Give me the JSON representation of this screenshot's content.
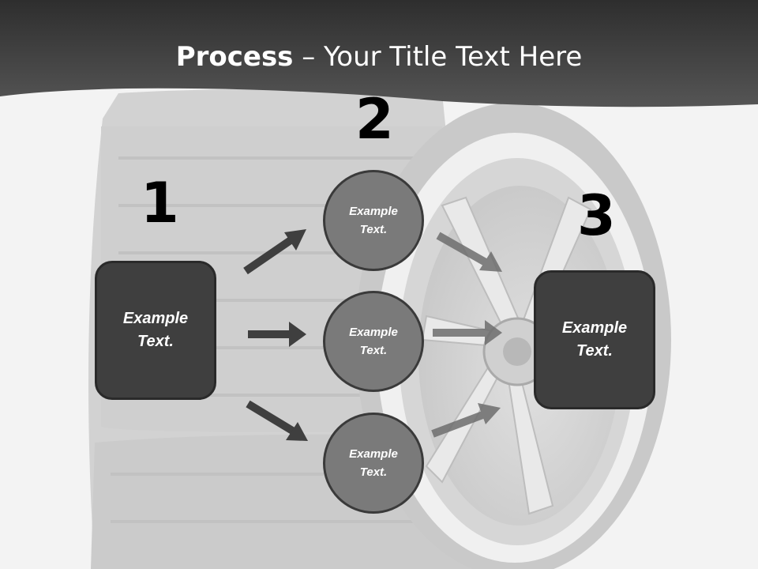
{
  "title": {
    "bold": "Process",
    "rest": " – Your Title Text Here"
  },
  "steps": [
    {
      "number": "1",
      "line1": "Example",
      "line2": "Text."
    },
    {
      "number": "2",
      "line1": "Example",
      "line2": "Text."
    },
    {
      "number": "3",
      "line1": "Example",
      "line2": "Text."
    }
  ],
  "circles": [
    {
      "line1": "Example",
      "line2": "Text."
    },
    {
      "line1": "Example",
      "line2": "Text."
    },
    {
      "line1": "Example",
      "line2": "Text."
    }
  ],
  "colors": {
    "header": "#444444",
    "box": "#3f3f3f",
    "circle": "#7a7a7a",
    "arrow_dark": "#3f3f3f",
    "arrow_light": "#6e6e6e"
  }
}
